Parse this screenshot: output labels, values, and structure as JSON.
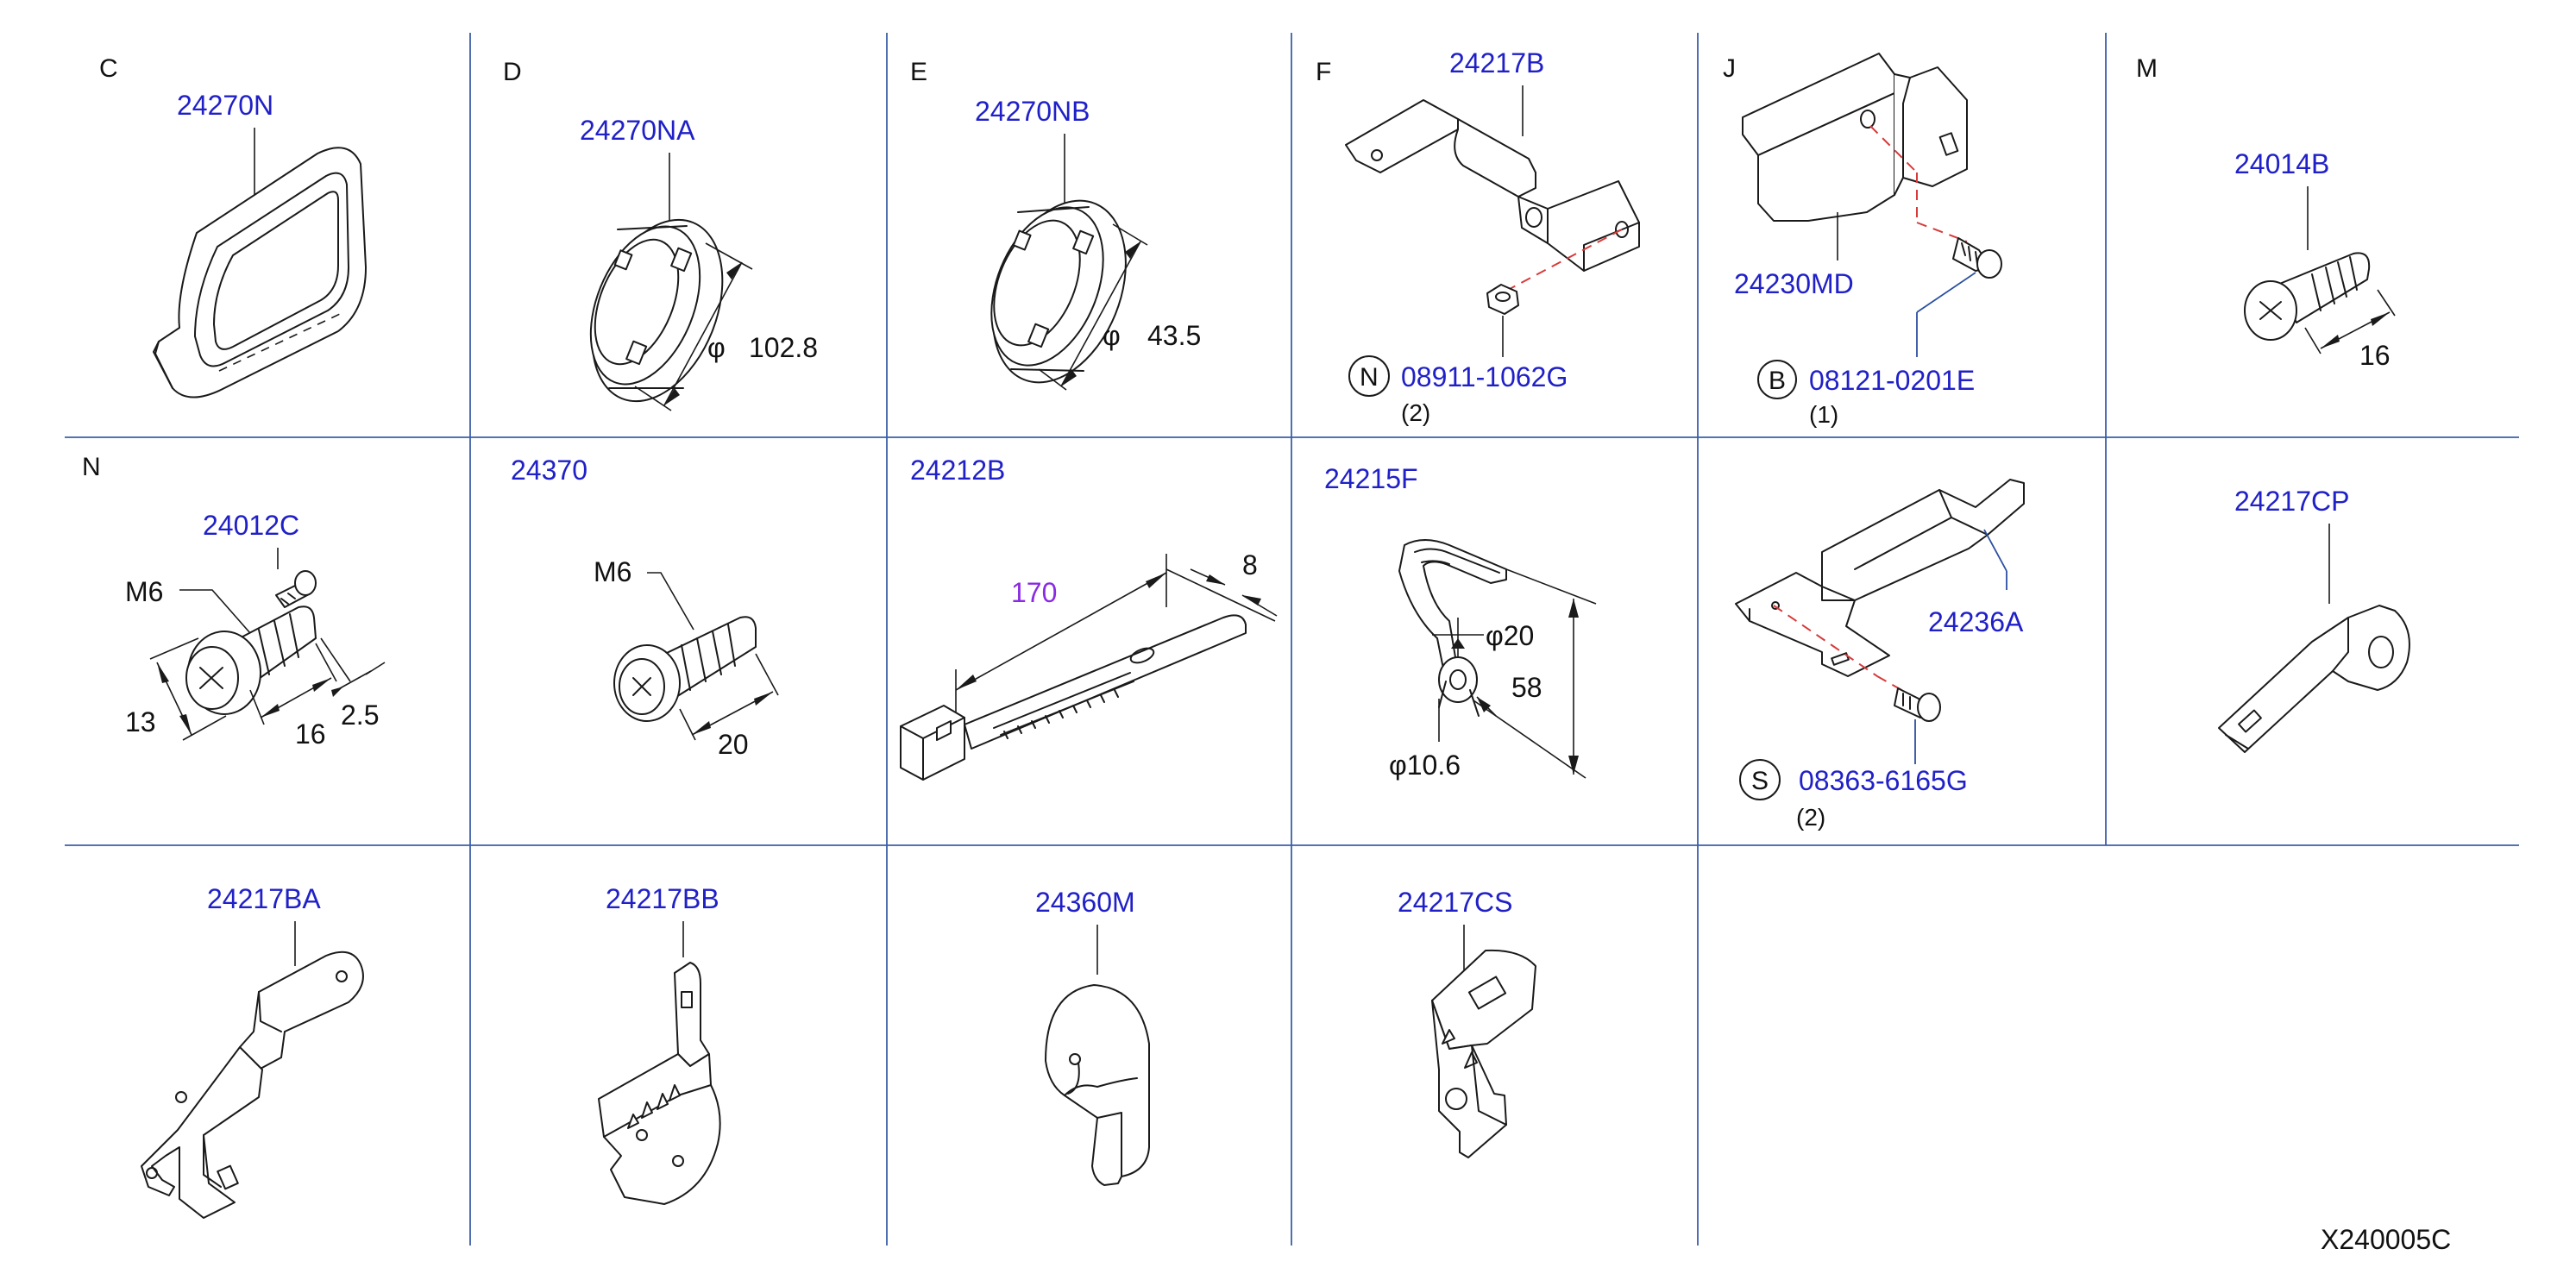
{
  "colors": {
    "part_number": "#2020c8",
    "highlight_dimension": "#8a2be2",
    "grid_line": "#3b5fa8",
    "hidden_line": "#d83a3a",
    "linework": "#1a1a1a"
  },
  "cells": {
    "c": {
      "letter": "C",
      "part": "24270N"
    },
    "d": {
      "letter": "D",
      "part": "24270NA",
      "dim_phi": "φ",
      "dim_value": "102.8"
    },
    "e": {
      "letter": "E",
      "part": "24270NB",
      "dim_phi": "φ",
      "dim_value": "43.5"
    },
    "f": {
      "letter": "F",
      "part": "24217B",
      "callout": "N",
      "fastener": "08911-1062G",
      "qty": "(2)"
    },
    "j": {
      "letter": "J",
      "part": "24230MD",
      "callout": "B",
      "fastener": "08121-0201E",
      "qty": "(1)"
    },
    "m": {
      "letter": "M",
      "part": "24014B",
      "dim_length": "16"
    },
    "n": {
      "letter": "N",
      "part": "24012C",
      "thread": "M6",
      "dim_head": "13",
      "dim_length": "16",
      "dim_thickness": "2.5"
    },
    "bolt": {
      "part": "24370",
      "thread": "M6",
      "dim_length": "20"
    },
    "tie": {
      "part": "24212B",
      "dim_length": "170",
      "dim_width": "8"
    },
    "clip": {
      "part": "24215F",
      "dim_phi_large": "φ20",
      "dim_phi_small": "φ10.6",
      "dim_height": "58"
    },
    "bracket_a": {
      "part": "24236A",
      "callout": "S",
      "fastener": "08363-6165G",
      "qty": "(2)"
    },
    "cp": {
      "part": "24217CP"
    },
    "ba": {
      "part": "24217BA"
    },
    "bb": {
      "part": "24217BB"
    },
    "boot": {
      "part": "24360M"
    },
    "cs": {
      "part": "24217CS"
    }
  },
  "diagram_id": "X240005C"
}
